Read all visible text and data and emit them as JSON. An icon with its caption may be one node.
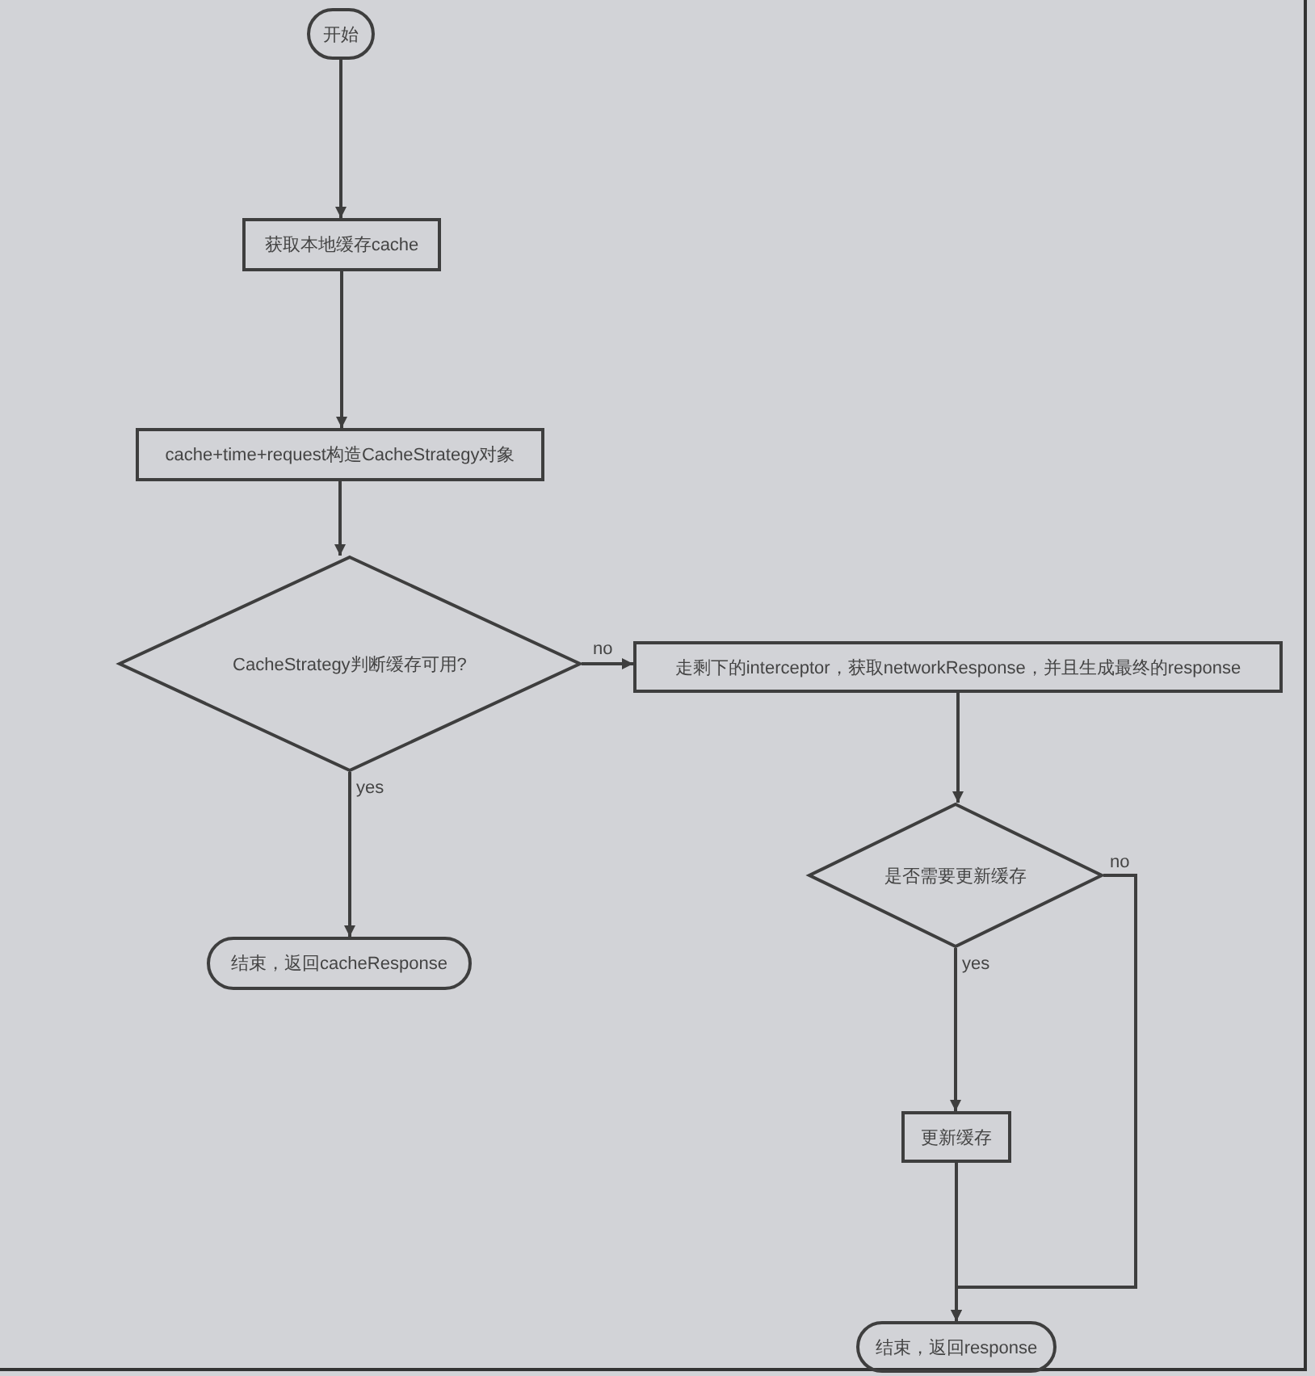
{
  "diagram": {
    "nodes": [
      {
        "text": [
          "开始"
        ]
      },
      {
        "text": [
          "获取本地缓存cache"
        ]
      },
      {
        "text": [
          "cache+time+request构造CacheStrategy对象"
        ]
      },
      {
        "text": [
          "CacheStrategy判断缓存可用?"
        ]
      },
      {
        "text": [
          "走剩下的interceptor，获取networkResponse，并且生成最终的response"
        ]
      },
      {
        "text": [
          "是否需要更新缓存"
        ]
      },
      {
        "text": [
          "结束，返回cacheResponse"
        ]
      },
      {
        "text": [
          "更新缓存"
        ]
      },
      {
        "text": [
          "结束，返回response"
        ]
      }
    ],
    "edges": [
      {
        "from": 0,
        "to": 1,
        "arrow": "to"
      },
      {
        "from": 1,
        "to": 2,
        "arrow": "to"
      },
      {
        "from": 2,
        "to": 3,
        "arrow": "to"
      },
      {
        "from": 3,
        "to": 4,
        "arrow": "to",
        "label": "no"
      },
      {
        "from": 3,
        "to": 6,
        "arrow": "to",
        "label": "yes"
      },
      {
        "from": 4,
        "to": 5,
        "arrow": "to"
      },
      {
        "from": 5,
        "to": 7,
        "arrow": "to",
        "label": "yes"
      },
      {
        "from": 7,
        "to": 8,
        "arrow": "to"
      },
      {
        "from": 5,
        "to": 8,
        "arrow": "to",
        "label": "no"
      }
    ]
  }
}
